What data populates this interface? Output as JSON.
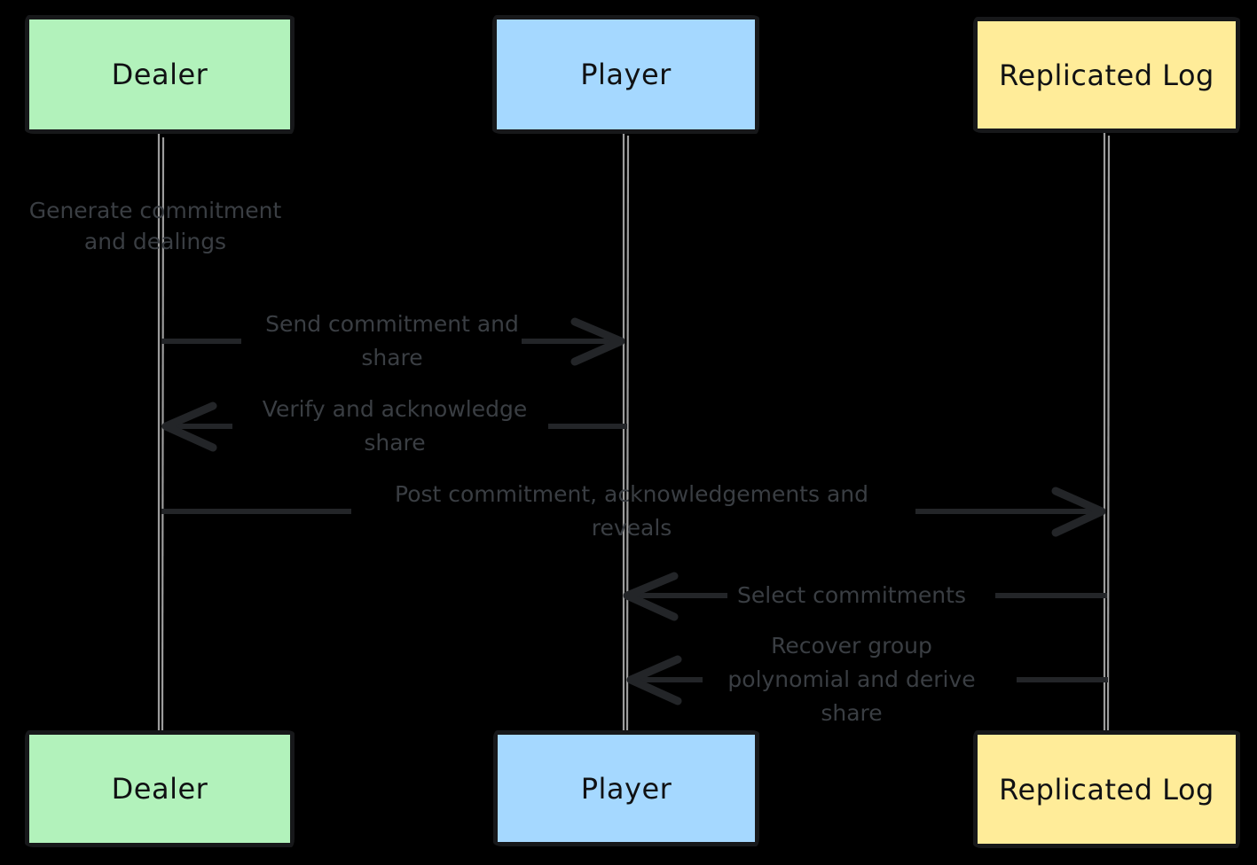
{
  "diagram": {
    "type": "sequence-diagram",
    "background_color": "#000000",
    "colors": {
      "dealer_fill": "#b2f2bb",
      "player_fill": "#a5d8ff",
      "replicated_log_fill": "#ffec99",
      "box_border": "#17181a",
      "box_label_text": "#101113",
      "message_text": "#3a3e43",
      "arrow_stroke": "#232528",
      "lifeline_stroke": "#9c9c9c"
    },
    "actors": [
      {
        "name": "Dealer"
      },
      {
        "name": "Player"
      },
      {
        "name": "Replicated Log"
      }
    ],
    "note": {
      "actor": "Dealer",
      "lines": [
        "Generate commitment",
        "and dealings"
      ]
    },
    "messages": [
      {
        "from": "Dealer",
        "to": "Player",
        "direction": "right",
        "lines": [
          "Send commitment and",
          "share"
        ]
      },
      {
        "from": "Player",
        "to": "Dealer",
        "direction": "left",
        "lines": [
          "Verify and acknowledge",
          "share"
        ]
      },
      {
        "from": "Dealer",
        "to": "Replicated Log",
        "direction": "right",
        "lines": [
          "Post commitment, acknowledgements and",
          "reveals"
        ]
      },
      {
        "from": "Replicated Log",
        "to": "Player",
        "direction": "left",
        "lines": [
          "Select commitments"
        ]
      },
      {
        "from": "Replicated Log",
        "to": "Player",
        "direction": "left",
        "lines": [
          "Recover group",
          "polynomial and derive",
          "share"
        ]
      }
    ]
  }
}
